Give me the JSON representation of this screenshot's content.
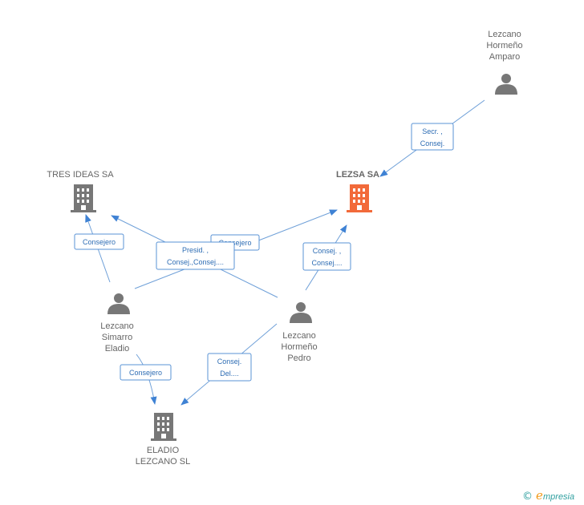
{
  "colors": {
    "edge": "#5a93d6",
    "person": "#777777",
    "company": "#777777",
    "highlight": "#f26a3a",
    "brand_teal": "#2f9f9f",
    "brand_orange": "#f29a1b"
  },
  "nodes": {
    "amparo": {
      "label": [
        "Lezcano",
        "Hormeño",
        "Amparo"
      ],
      "icon": "person-icon"
    },
    "tres_ideas": {
      "label": [
        "TRES IDEAS SA"
      ],
      "icon": "building-icon"
    },
    "lezsa": {
      "label": [
        "LEZSA SA"
      ],
      "icon": "building-icon",
      "highlighted": true
    },
    "eladio_person": {
      "label": [
        "Lezcano",
        "Simarro",
        "Eladio"
      ],
      "icon": "person-icon"
    },
    "pedro": {
      "label": [
        "Lezcano",
        "Hormeño",
        "Pedro"
      ],
      "icon": "person-icon"
    },
    "eladio_sl": {
      "label": [
        "ELADIO",
        "LEZCANO SL"
      ],
      "icon": "building-icon"
    }
  },
  "edges": [
    {
      "from": "amparo",
      "to": "lezsa",
      "label": [
        "Secr. ,",
        "Consej."
      ]
    },
    {
      "from": "eladio_person",
      "to": "tres_ideas",
      "label": [
        "Consejero"
      ]
    },
    {
      "from": "eladio_person",
      "to": "lezsa",
      "label": [
        "Consejero"
      ]
    },
    {
      "from": "pedro",
      "to": "tres_ideas",
      "label": [
        "Presid. ,",
        "Consej.,Consej...."
      ]
    },
    {
      "from": "pedro",
      "to": "lezsa",
      "label": [
        "Consej. ,",
        "Consej...."
      ]
    },
    {
      "from": "eladio_person",
      "to": "eladio_sl",
      "label": [
        "Consejero"
      ]
    },
    {
      "from": "pedro",
      "to": "eladio_sl",
      "label": [
        "Consej.",
        "Del...."
      ]
    }
  ],
  "footer": {
    "copyright": "©",
    "brand_initial": "e",
    "brand_rest": "mpresia"
  }
}
